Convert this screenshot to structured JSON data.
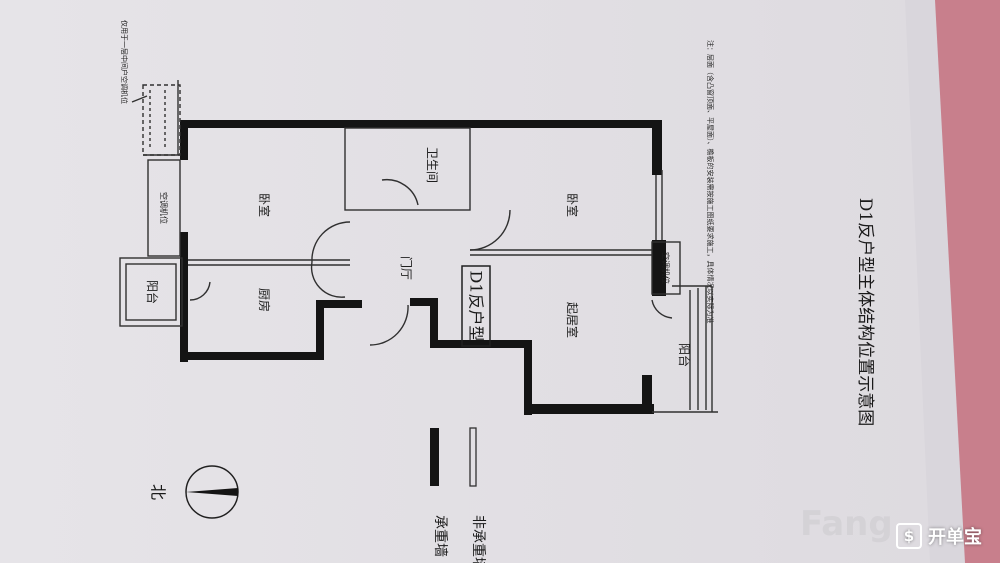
{
  "plan": {
    "title": "D1反户型主体结构位置示意图",
    "unit_label": "D1反户型",
    "rooms": {
      "bedroom_left": "卧室",
      "bedroom_right": "卧室",
      "bathroom": "卫生间",
      "hall": "门厅",
      "kitchen": "厨房",
      "living": "起居室",
      "balcony_left": "阳台",
      "balcony_right": "阳台"
    },
    "ac_platform_left": "空调机位",
    "ac_platform_right": "空调机位",
    "ac_note": "仅用于一层中间户空调机位",
    "note": "注：层面（含凸窗顶面、平屋面）、檐板的安装需按施工图纸要求施工，具体情况以实际为准",
    "north_label": "北",
    "legend": [
      {
        "label": "承重墙"
      },
      {
        "label": "非承重墙"
      }
    ]
  },
  "watermark": {
    "faint_text": "Fang",
    "brand": "开单宝",
    "badge_symbol": "$"
  },
  "colors": {
    "paper": "#e8e6ea",
    "wall": "#141414",
    "line": "#303030",
    "fabric": "#c87f8c"
  }
}
